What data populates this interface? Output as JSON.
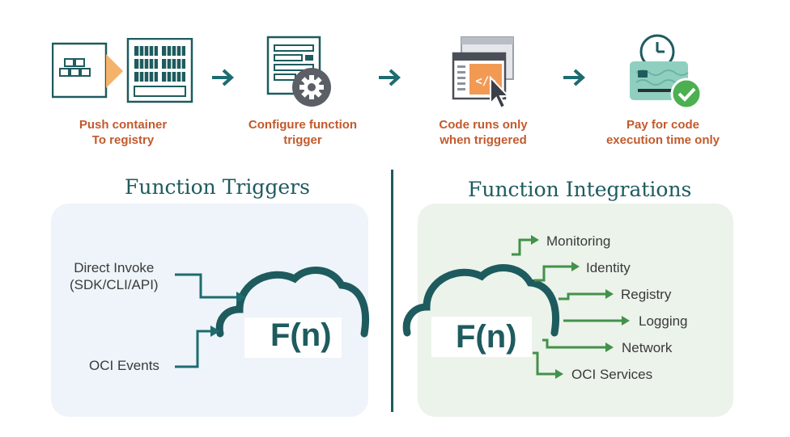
{
  "steps": [
    {
      "label": "Push container\nTo registry",
      "icon": "container-registry-icon"
    },
    {
      "label": "Configure function\ntrigger",
      "icon": "configure-gear-icon"
    },
    {
      "label": "Code runs only\nwhen triggered",
      "icon": "code-window-cursor-icon"
    },
    {
      "label": "Pay for code\nexecution time only",
      "icon": "payment-card-clock-icon"
    }
  ],
  "triggers": {
    "title": "Function Triggers",
    "items": [
      "Direct Invoke\n(SDK/CLI/API)",
      "OCI Events"
    ],
    "cloud_label": "F(n)"
  },
  "integrations": {
    "title": "Function Integrations",
    "items": [
      "Monitoring",
      "Identity",
      "Registry",
      "Logging",
      "Network",
      "OCI Services"
    ],
    "cloud_label": "F(n)"
  },
  "colors": {
    "teal": "#1e5b5e",
    "orange_text": "#c25a2c",
    "triggers_panel": "#eef4f9",
    "integrations_panel": "#ebf3ea",
    "green_arrow": "#43914a",
    "trigger_arrow": "#1e6b70"
  }
}
